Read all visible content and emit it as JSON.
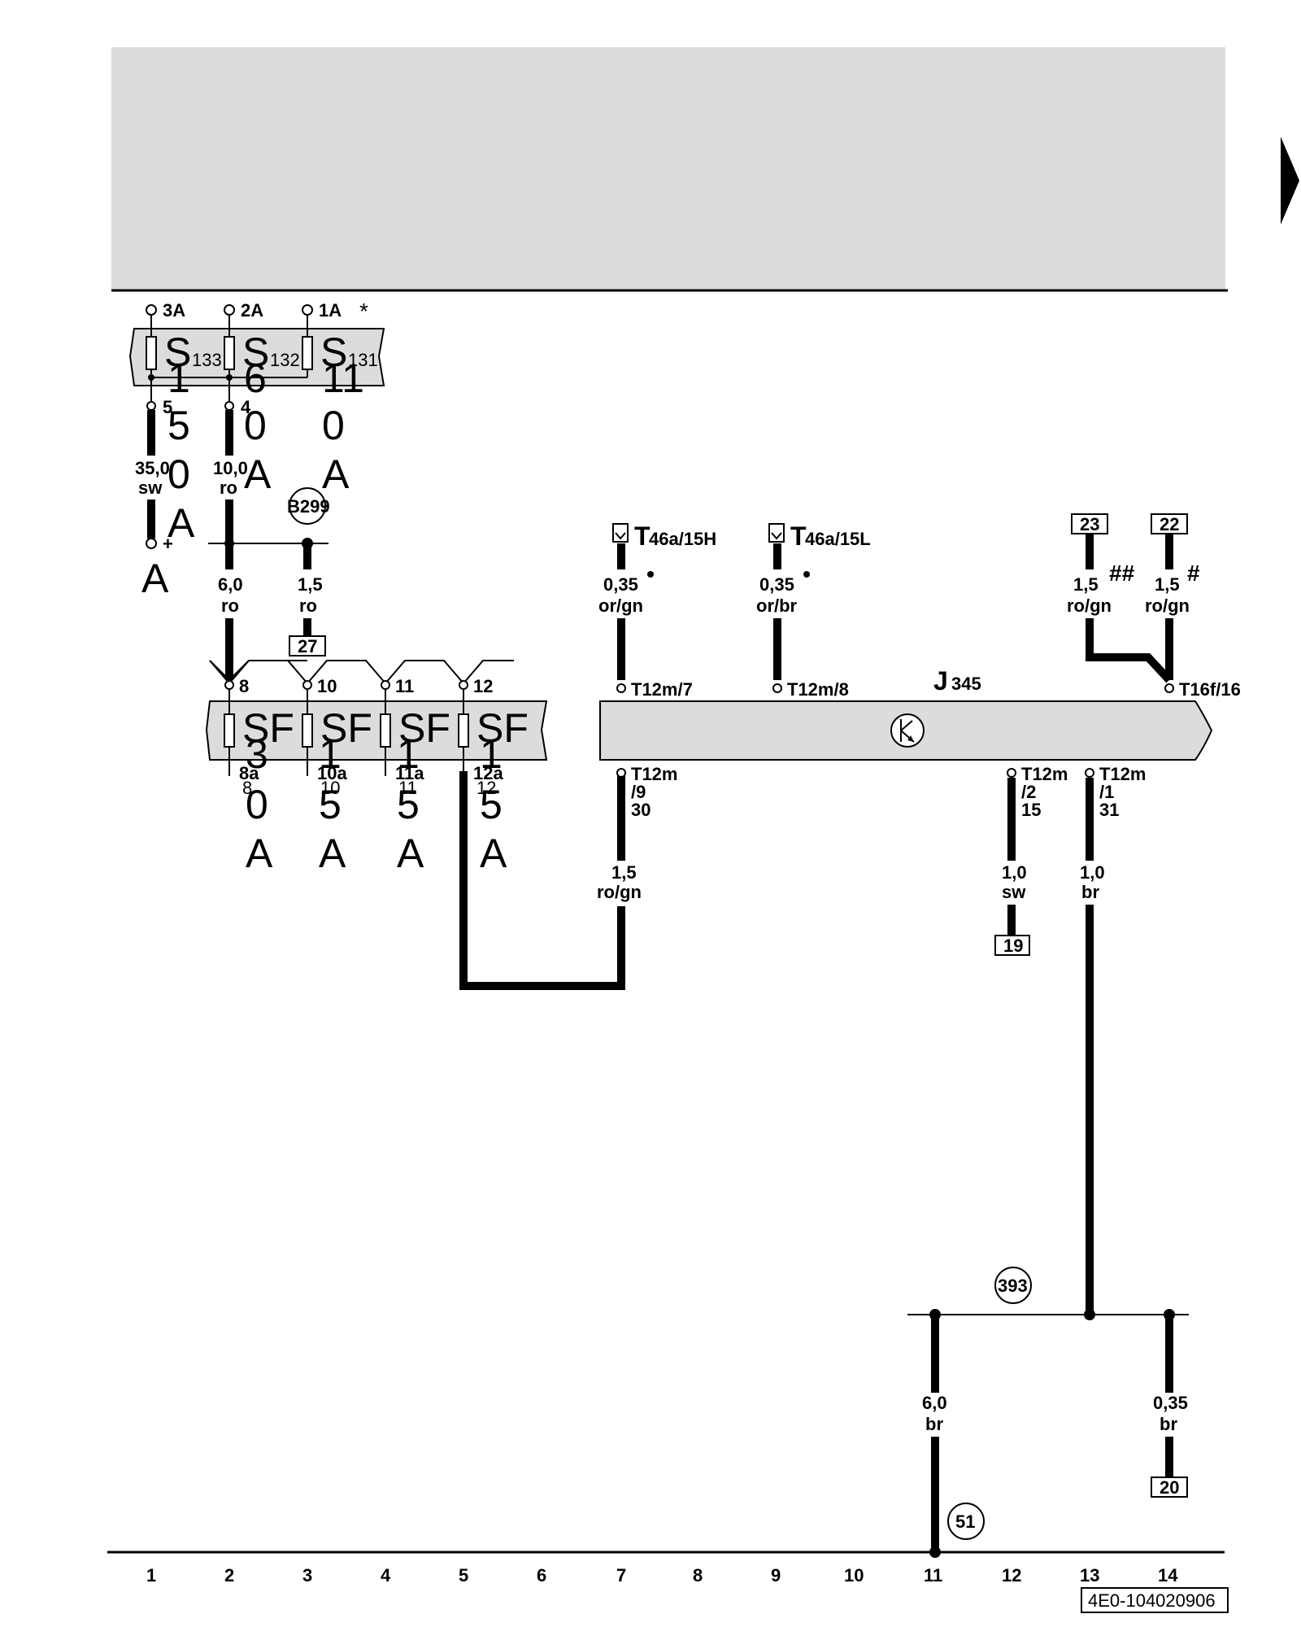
{
  "doc_code": "4E0-104020906",
  "asterisk": "*",
  "grid": [
    "1",
    "2",
    "3",
    "4",
    "5",
    "6",
    "7",
    "8",
    "9",
    "10",
    "11",
    "12",
    "13",
    "14"
  ],
  "top_fuses": {
    "terminals": [
      "3A",
      "2A",
      "1A"
    ],
    "labels": [
      {
        "name": "S",
        "sub": "133",
        "digits": [
          "1",
          "5",
          "0",
          "A"
        ]
      },
      {
        "name": "S",
        "sub": "132",
        "digits": [
          "6",
          "0",
          "A"
        ]
      },
      {
        "name": "S",
        "sub": "131",
        "digits": [
          "11",
          "0",
          "A"
        ]
      }
    ],
    "pins": [
      "5",
      "4"
    ],
    "plus": "+"
  },
  "stray_A": "A",
  "wires": [
    {
      "size": "35,0",
      "color": "sw"
    },
    {
      "size": "10,0",
      "color": "ro"
    },
    {
      "size": "6,0",
      "color": "ro"
    },
    {
      "size": "1,5",
      "color": "ro"
    },
    {
      "size": "0,35",
      "color": "or/gn"
    },
    {
      "size": "0,35",
      "color": "or/br"
    },
    {
      "size": "1,5",
      "color": "ro/gn"
    },
    {
      "size": "1,5",
      "color": "ro/gn"
    },
    {
      "size": "1,5",
      "color": "ro/gn"
    },
    {
      "size": "1,0",
      "color": "sw"
    },
    {
      "size": "1,0",
      "color": "br"
    },
    {
      "size": "6,0",
      "color": "br"
    },
    {
      "size": "0,35",
      "color": "br"
    }
  ],
  "marks": {
    "hash2": "##",
    "hash1": "#"
  },
  "circles": [
    "B299",
    "393",
    "51"
  ],
  "boxes": [
    "27",
    "23",
    "22",
    "19",
    "20"
  ],
  "connectors": {
    "t46_h_main": "T",
    "t46_h_sub": "46a/15H",
    "t46_l_main": "T",
    "t46_l_sub": "46a/15L",
    "t12m7": "T12m/7",
    "t12m8": "T12m/8",
    "t16f16": "T16f/16",
    "t12m9": [
      "T12m",
      "/9",
      "30"
    ],
    "t12m2": [
      "T12m",
      "/2",
      "15"
    ],
    "t12m1": [
      "T12m",
      "/1",
      "31"
    ]
  },
  "module": {
    "name": "J",
    "sub": "345"
  },
  "sf_fuses": {
    "top_pins": [
      "8",
      "10",
      "11",
      "12"
    ],
    "bottom_pins": [
      "8a",
      "10a",
      "11a",
      "12a"
    ],
    "labels": [
      "SF",
      "SF",
      "SF",
      "SF"
    ],
    "digits": [
      [
        "3",
        "0",
        "A"
      ],
      [
        "1",
        "5",
        "A"
      ],
      [
        "1",
        "5",
        "A"
      ],
      [
        "1",
        "5",
        "A"
      ]
    ],
    "extra": [
      "8",
      "10",
      "11",
      "12"
    ]
  }
}
